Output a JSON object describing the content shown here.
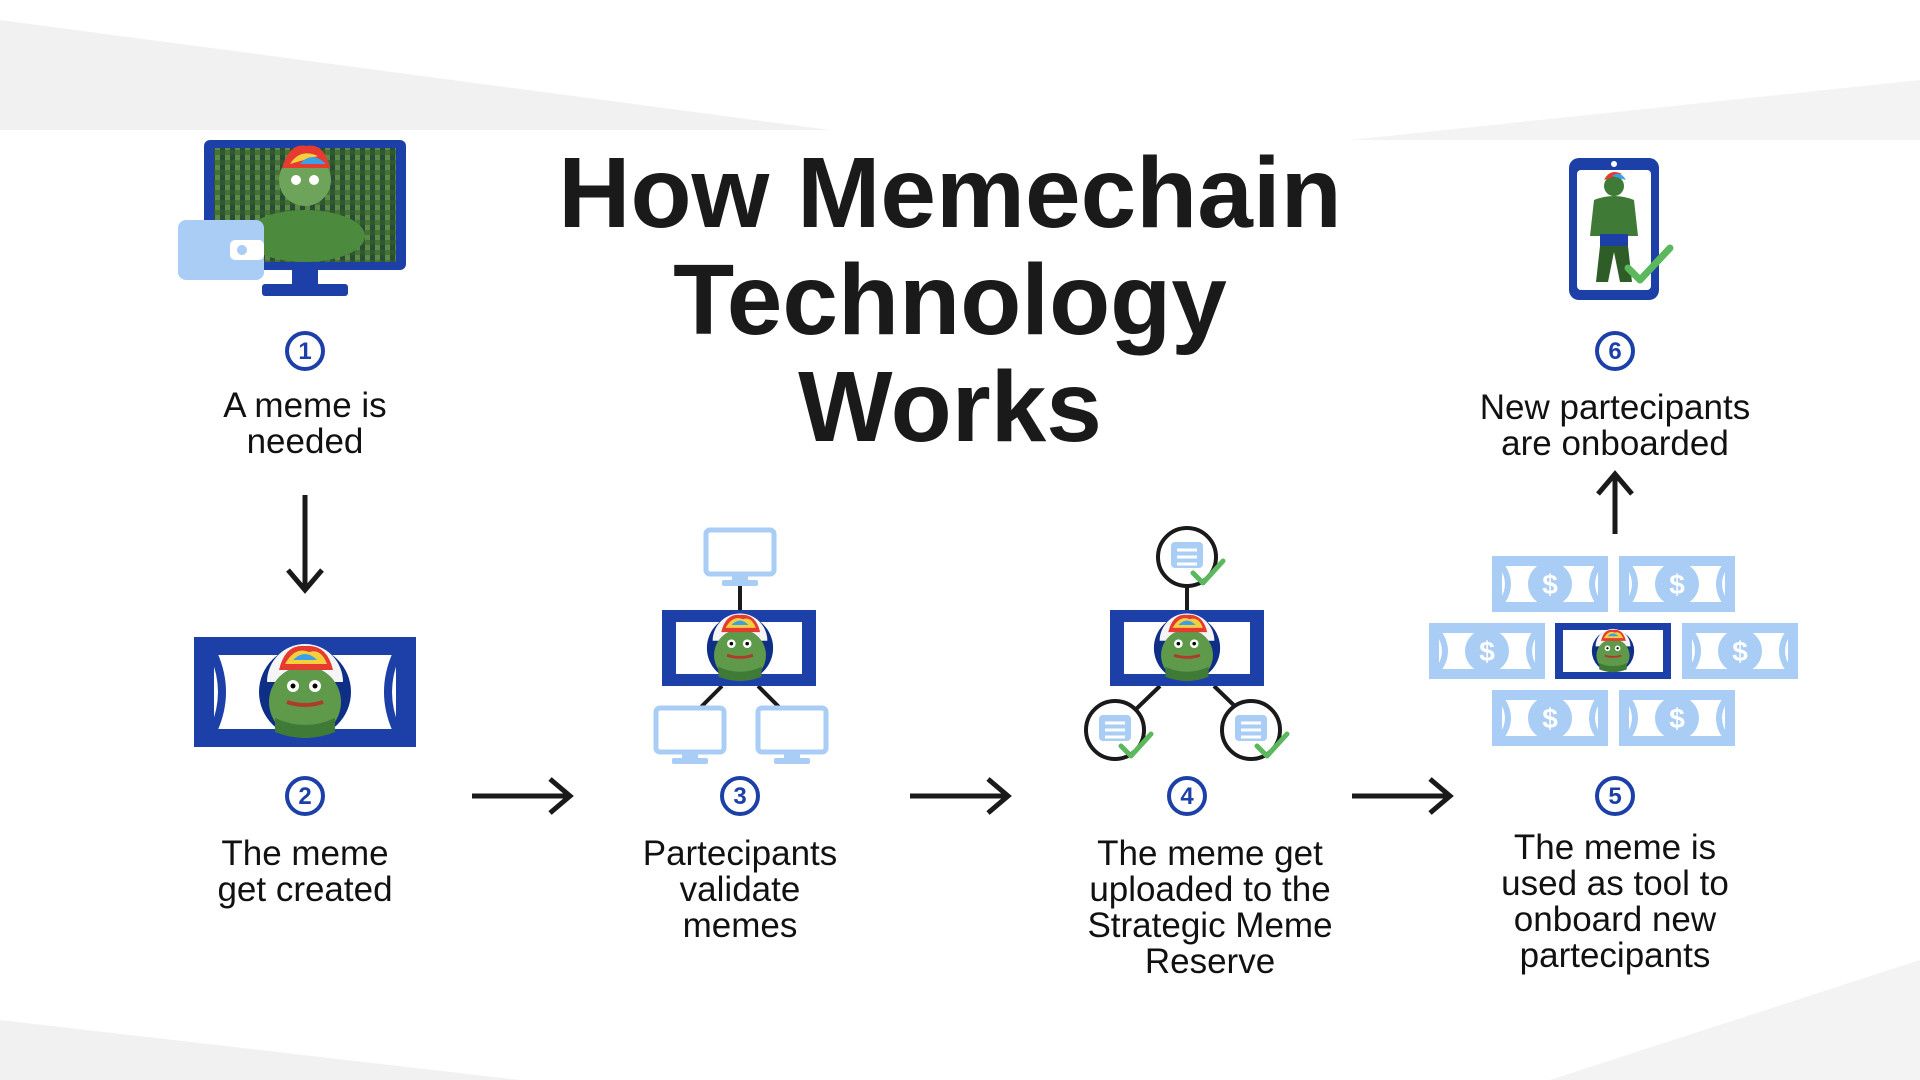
{
  "title": {
    "line1": "How Memechain",
    "line2": "Technology",
    "line3": "Works"
  },
  "steps": [
    {
      "number": "1",
      "line1": "A meme is",
      "line2": "needed"
    },
    {
      "number": "2",
      "line1": "The meme",
      "line2": "get created"
    },
    {
      "number": "3",
      "line1": "Partecipants",
      "line2": "validate",
      "line3": "memes"
    },
    {
      "number": "4",
      "line1": "The meme get",
      "line2": "uploaded to the",
      "line3": "Strategic Meme",
      "line4": "Reserve"
    },
    {
      "number": "5",
      "line1": "The meme is",
      "line2": "used as tool to",
      "line3": "onboard new",
      "line4": "partecipants"
    },
    {
      "number": "6",
      "line1": "New partecipants",
      "line2": "are onboarded"
    }
  ],
  "banknote_symbol": "$",
  "colors": {
    "dark_blue": "#1d40a8",
    "light_blue": "#a9cdf5",
    "green_check": "#5cb85c",
    "arrow": "#1a1a1a",
    "pepe_green": "#5f9a4a"
  },
  "icons": {
    "step1": "monitor-with-wallet-icon",
    "step2": "banknote-meme-icon",
    "step3": "network-validation-icon",
    "step4": "reserve-upload-icon",
    "step5": "banknote-grid-icon",
    "step6": "smartphone-check-icon"
  }
}
